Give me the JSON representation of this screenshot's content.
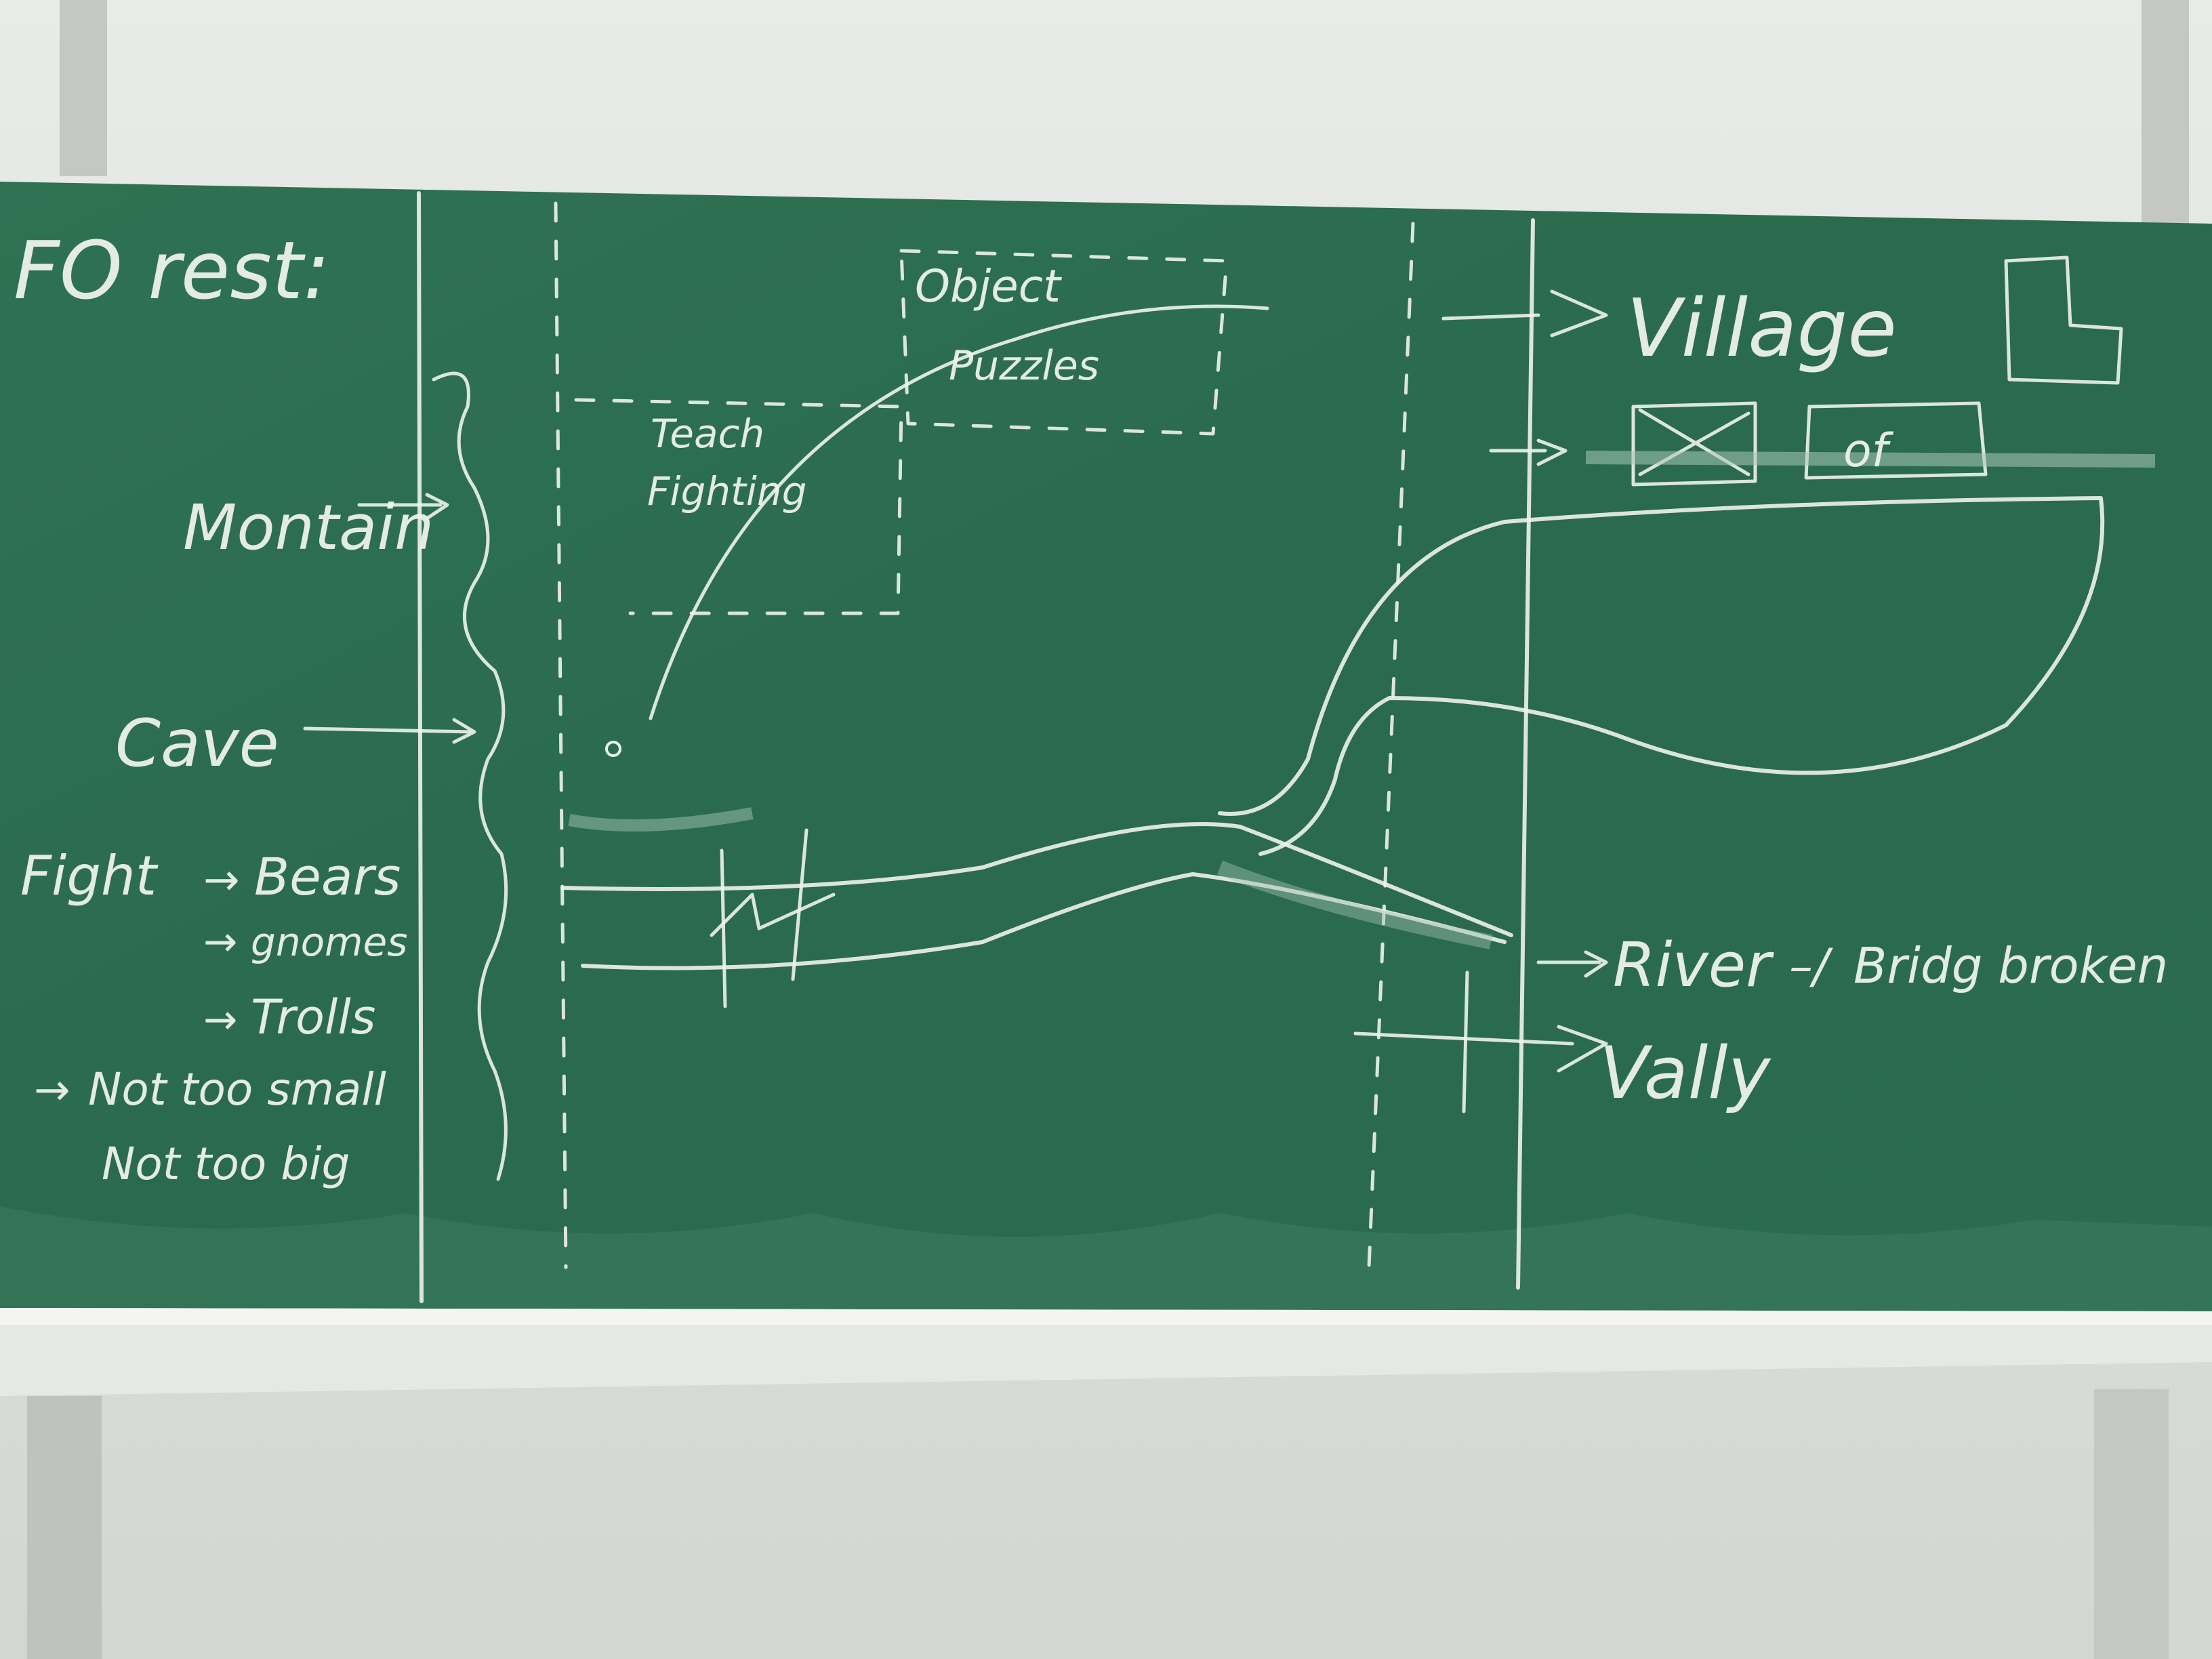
{
  "board": {
    "heading": "FO rest:",
    "left_labels": {
      "mountain": "Montain",
      "cave": "Cave",
      "fight": "Fight",
      "bears": "Bears",
      "gnomes": "gnomes",
      "trolls": "Trolls",
      "not_too_small": "Not too small",
      "not_too_big": "Not too big"
    },
    "center_labels": {
      "object_puzzles_line1": "Object",
      "object_puzzles_line2": "Puzzles",
      "teach_fighting_line1": "Teach",
      "teach_fighting_line2": "Fighting"
    },
    "right_labels": {
      "village": "Village",
      "crossed_words": "of",
      "river": "River",
      "bridge_broken": "Bridg broken",
      "valley": "Vally"
    },
    "colors": {
      "board_green": "#2b6b4e",
      "chalk": "#eef3ec",
      "wall": "#dcdedb",
      "frame": "#c9ccc8"
    }
  }
}
